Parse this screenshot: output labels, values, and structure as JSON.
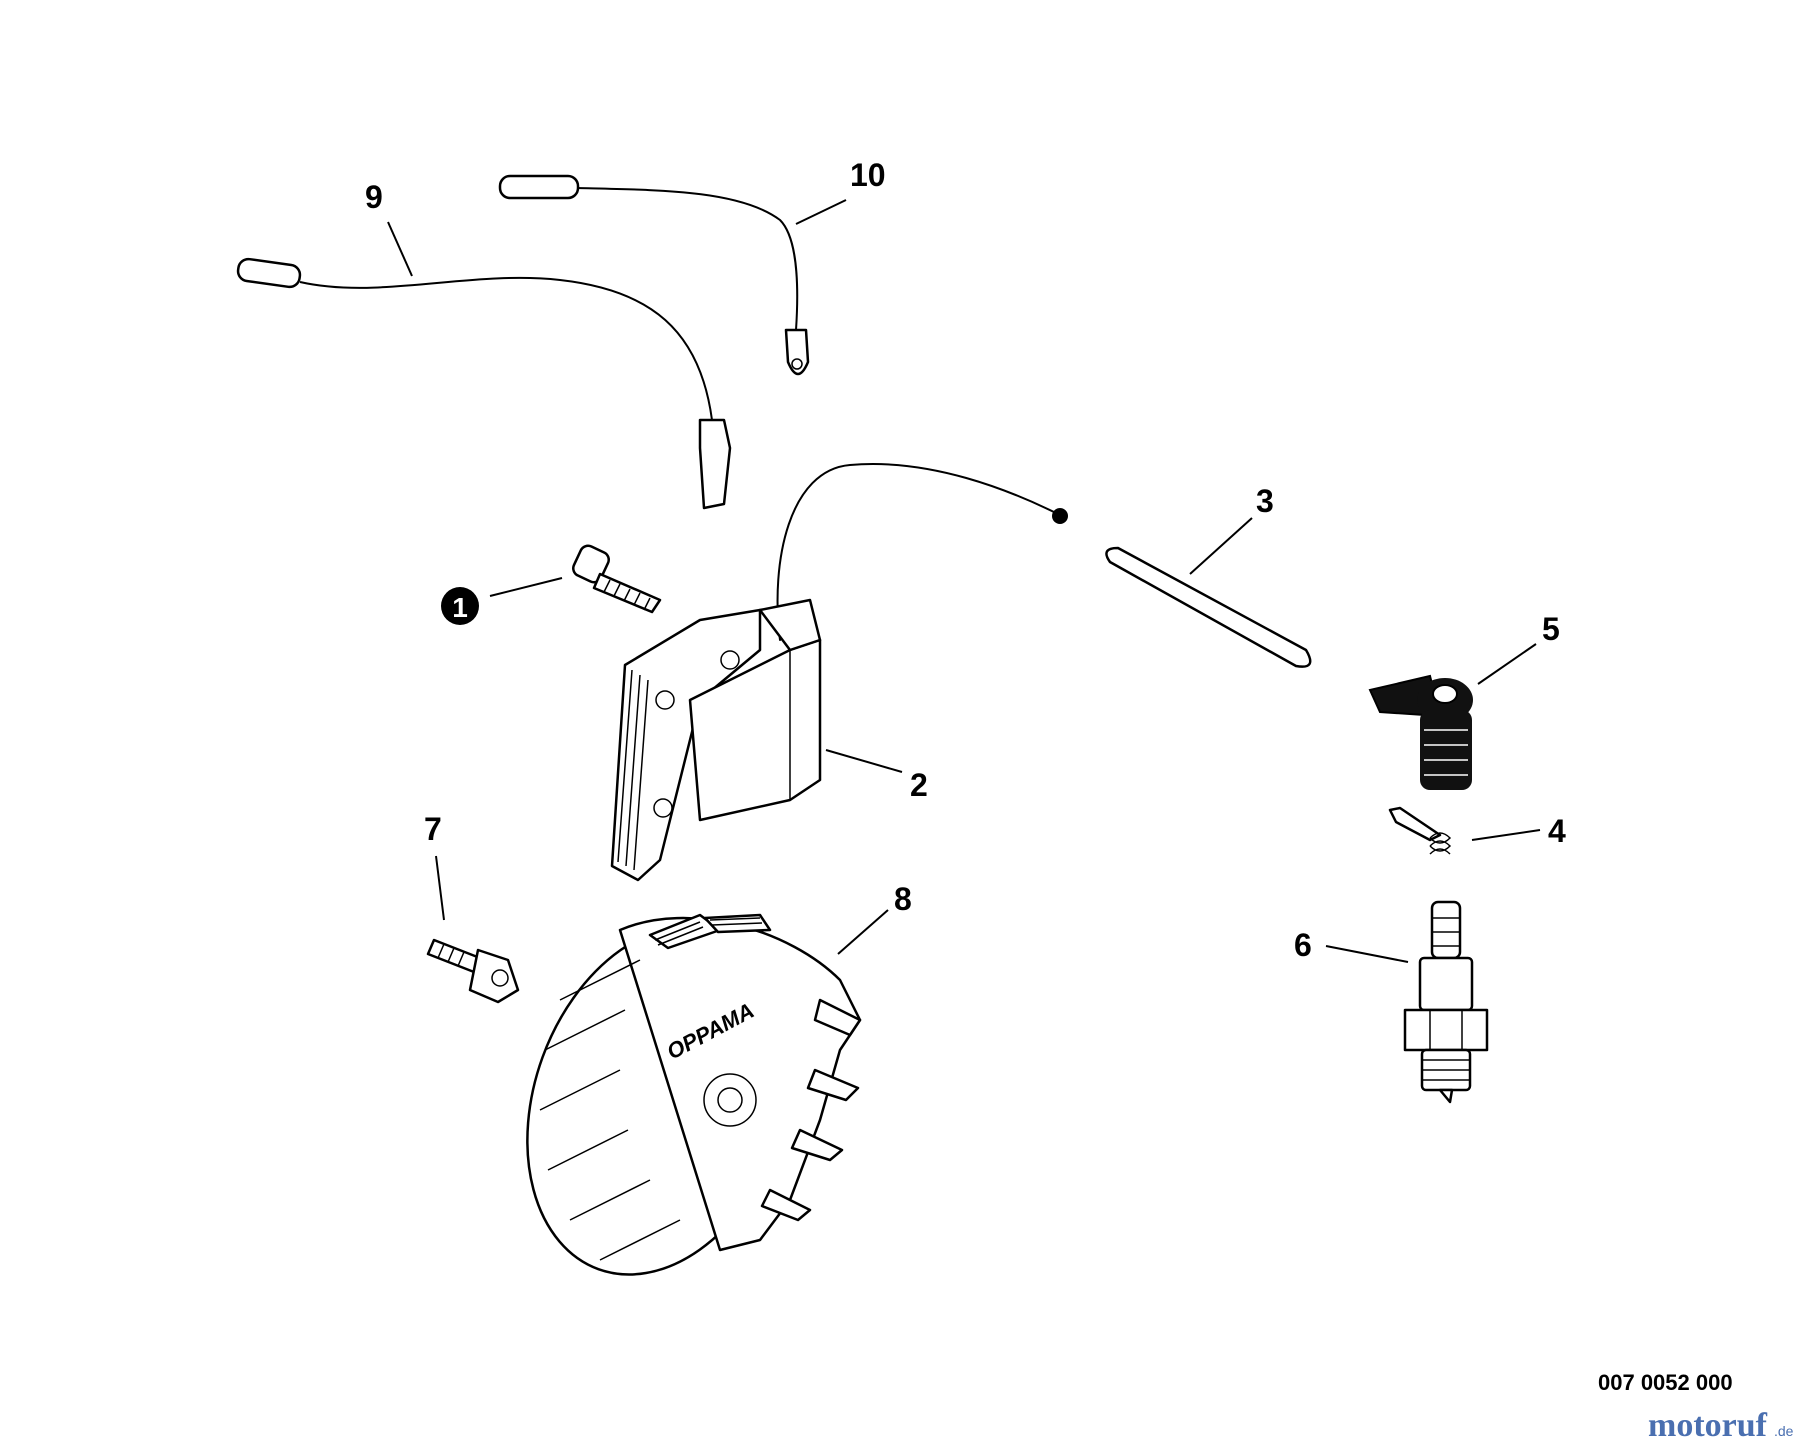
{
  "diagram": {
    "callouts": [
      {
        "id": "1",
        "label": "1",
        "style": "filled-circle"
      },
      {
        "id": "2",
        "label": "2"
      },
      {
        "id": "3",
        "label": "3"
      },
      {
        "id": "4",
        "label": "4"
      },
      {
        "id": "5",
        "label": "5"
      },
      {
        "id": "6",
        "label": "6"
      },
      {
        "id": "7",
        "label": "7"
      },
      {
        "id": "8",
        "label": "8"
      },
      {
        "id": "9",
        "label": "9"
      },
      {
        "id": "10",
        "label": "10"
      }
    ],
    "flywheel_brand": "OPPAMA",
    "drawing_code": "007 0052 000"
  },
  "watermark": {
    "text_main": "motoruf",
    "text_suffix": ".de",
    "color_main": "#4a6fb0",
    "color_accent": "#e06a2a"
  }
}
